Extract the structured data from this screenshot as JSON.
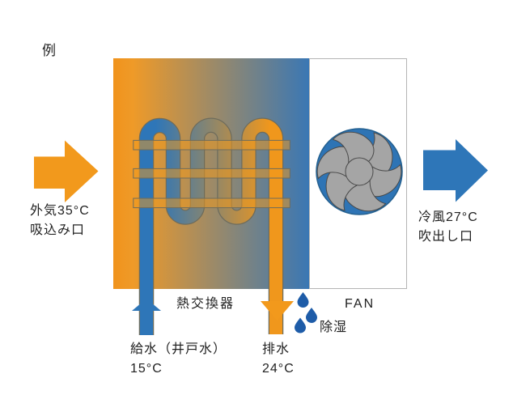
{
  "diagram": {
    "example_note": "例",
    "intake_label": {
      "line1": "外気35°C",
      "line2": "吸込み口"
    },
    "outlet_label": {
      "line1": "冷風27°C",
      "line2": "吹出し口"
    },
    "heat_exchanger_label": "熱交換器",
    "fan_label": "FAN",
    "dehumidification_label": "除湿",
    "supply_label": {
      "line1": "給水（井戸水）",
      "line2": "15°C"
    },
    "drain_label": {
      "line1": "排水",
      "line2": "24°C"
    },
    "colors": {
      "hot_orange": "#F2991C",
      "cold_blue": "#2E76B8",
      "fan_blade_gray": "#A5A5A5",
      "droplet_blue": "#1E5CA8",
      "text": "#222222",
      "box_border_gray": "#B5B5B5"
    }
  }
}
